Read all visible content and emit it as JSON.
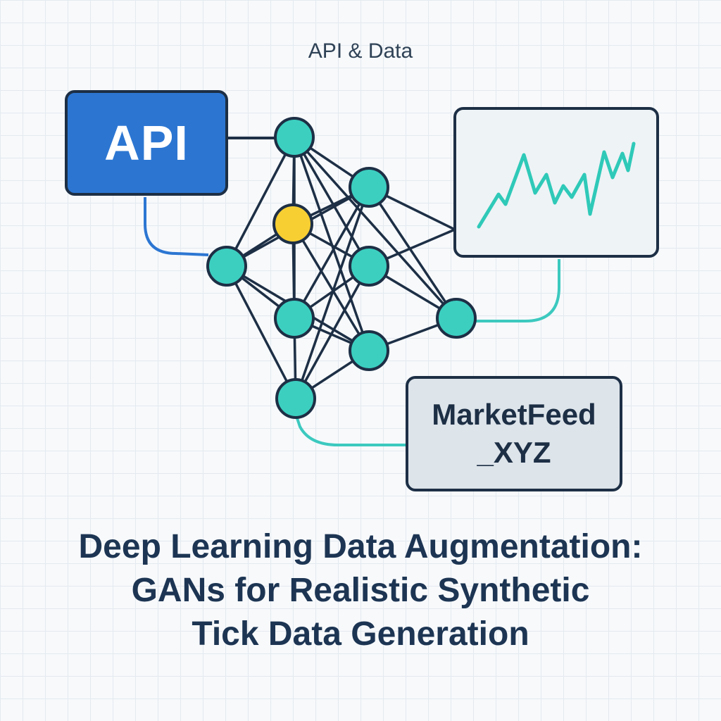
{
  "header": {
    "label": "API & Data"
  },
  "api_box": {
    "label": "API"
  },
  "feed_box": {
    "line1": "MarketFeed",
    "line2": "_XYZ"
  },
  "title": {
    "line1": "Deep Learning Data Augmentation:",
    "line2": "GANs for Realistic Synthetic",
    "line3": "Tick Data Generation"
  },
  "colors": {
    "node_fill": "#3ccfc0",
    "node_highlight": "#f7cf33",
    "node_stroke": "#1d2f45",
    "edge": "#1d2f45",
    "api_link": "#2c76d2",
    "teal_link": "#3cc9bf",
    "sparkline": "#2fc9b8"
  },
  "network": {
    "nodes": [
      {
        "id": "input-top",
        "highlight": false
      },
      {
        "id": "hidden1-a",
        "highlight": true
      },
      {
        "id": "input-mid",
        "highlight": false
      },
      {
        "id": "hidden1-b",
        "highlight": false
      },
      {
        "id": "input-bottom",
        "highlight": false
      },
      {
        "id": "hidden2-a",
        "highlight": false
      },
      {
        "id": "hidden2-b",
        "highlight": false
      },
      {
        "id": "hidden2-c",
        "highlight": false
      },
      {
        "id": "output",
        "highlight": false
      }
    ],
    "edges": [
      [
        "input-top",
        "hidden1-a"
      ],
      [
        "input-top",
        "input-mid"
      ],
      [
        "input-top",
        "hidden2-a"
      ],
      [
        "input-top",
        "hidden2-b"
      ],
      [
        "input-top",
        "hidden1-b"
      ],
      [
        "input-top",
        "hidden2-c"
      ],
      [
        "input-mid",
        "hidden1-a"
      ],
      [
        "input-mid",
        "hidden1-b"
      ],
      [
        "input-mid",
        "input-bottom"
      ],
      [
        "input-mid",
        "hidden2-a"
      ],
      [
        "input-mid",
        "hidden2-c"
      ],
      [
        "hidden1-a",
        "hidden2-a"
      ],
      [
        "hidden1-a",
        "hidden2-b"
      ],
      [
        "hidden1-a",
        "hidden2-c"
      ],
      [
        "hidden1-a",
        "hidden1-b"
      ],
      [
        "hidden1-b",
        "hidden2-a"
      ],
      [
        "hidden1-b",
        "hidden2-b"
      ],
      [
        "hidden1-b",
        "hidden2-c"
      ],
      [
        "hidden1-b",
        "input-bottom"
      ],
      [
        "input-bottom",
        "hidden2-a"
      ],
      [
        "input-bottom",
        "hidden2-b"
      ],
      [
        "input-bottom",
        "hidden2-c"
      ],
      [
        "hidden2-a",
        "output"
      ],
      [
        "hidden2-b",
        "output"
      ],
      [
        "hidden2-c",
        "output"
      ],
      [
        "input-top",
        "output"
      ],
      [
        "hidden2-a",
        "chart"
      ],
      [
        "hidden2-b",
        "chart"
      ]
    ]
  }
}
